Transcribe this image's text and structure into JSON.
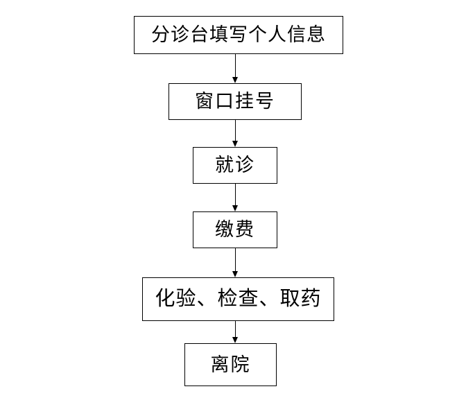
{
  "diagram": {
    "type": "flowchart",
    "orientation": "vertical-top-to-bottom",
    "background_color": "#ffffff",
    "line_color": "#000000",
    "text_color": "#000000",
    "nodes": [
      {
        "id": "triage-desk",
        "label": "分诊台填写个人信息",
        "shape": "rectangle"
      },
      {
        "id": "window-registration",
        "label": "窗口挂号",
        "shape": "rectangle"
      },
      {
        "id": "consultation",
        "label": "就诊",
        "shape": "rectangle"
      },
      {
        "id": "payment",
        "label": "缴费",
        "shape": "rectangle"
      },
      {
        "id": "tests-exam-medicine",
        "label": "化验、检查、取药",
        "shape": "rectangle"
      },
      {
        "id": "leave-hospital",
        "label": "离院",
        "shape": "rectangle"
      }
    ],
    "connectors": [
      {
        "from": "triage-desk",
        "to": "window-registration",
        "arrow": "down-arrow"
      },
      {
        "from": "window-registration",
        "to": "consultation",
        "arrow": "down-arrow"
      },
      {
        "from": "consultation",
        "to": "payment",
        "arrow": "down-arrow"
      },
      {
        "from": "payment",
        "to": "tests-exam-medicine",
        "arrow": "down-arrow"
      },
      {
        "from": "tests-exam-medicine",
        "to": "leave-hospital",
        "arrow": "down-arrow"
      }
    ]
  }
}
